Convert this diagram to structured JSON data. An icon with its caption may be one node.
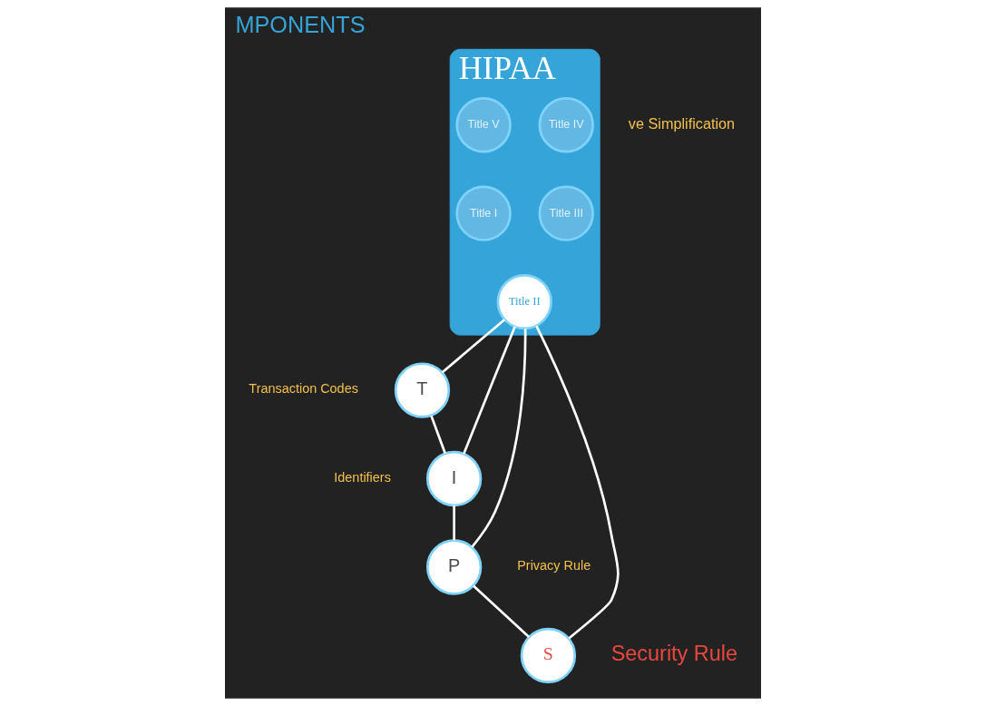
{
  "diagram": {
    "title": "MPONENTS",
    "nodes": [
      {
        "text": [
          "HIPAA"
        ]
      },
      {
        "text": [
          "Title V"
        ],
        "in": 0
      },
      {
        "text": [
          "Title IV"
        ],
        "in": 0
      },
      {
        "text": [
          "Title I"
        ],
        "in": 0
      },
      {
        "text": [
          "Title III"
        ],
        "in": 0
      },
      {
        "text": [
          "Title II"
        ],
        "in": 0
      },
      {
        "text": [
          "T"
        ],
        "beside": [
          "Transaction Codes"
        ]
      },
      {
        "text": [
          "S"
        ],
        "beside": [
          "Security Rule"
        ]
      },
      {
        "text": [
          "I"
        ],
        "beside": [
          "Identifiers"
        ]
      },
      {
        "text": [
          "P"
        ],
        "beside": [
          "Privacy Rule"
        ]
      }
    ],
    "edges": [
      {
        "from": 5,
        "to": 6,
        "arrow": "none"
      },
      {
        "from": 5,
        "to": 8,
        "arrow": "none"
      },
      {
        "from": 5,
        "to": 9,
        "arrow": "none"
      },
      {
        "from": 5,
        "to": 7,
        "arrow": "none"
      },
      {
        "from": 6,
        "to": 8,
        "arrow": "none"
      },
      {
        "from": 8,
        "to": 9,
        "arrow": "none"
      },
      {
        "from": 9,
        "to": 7,
        "arrow": "none"
      }
    ],
    "labels": [
      "ve Simplification"
    ]
  }
}
